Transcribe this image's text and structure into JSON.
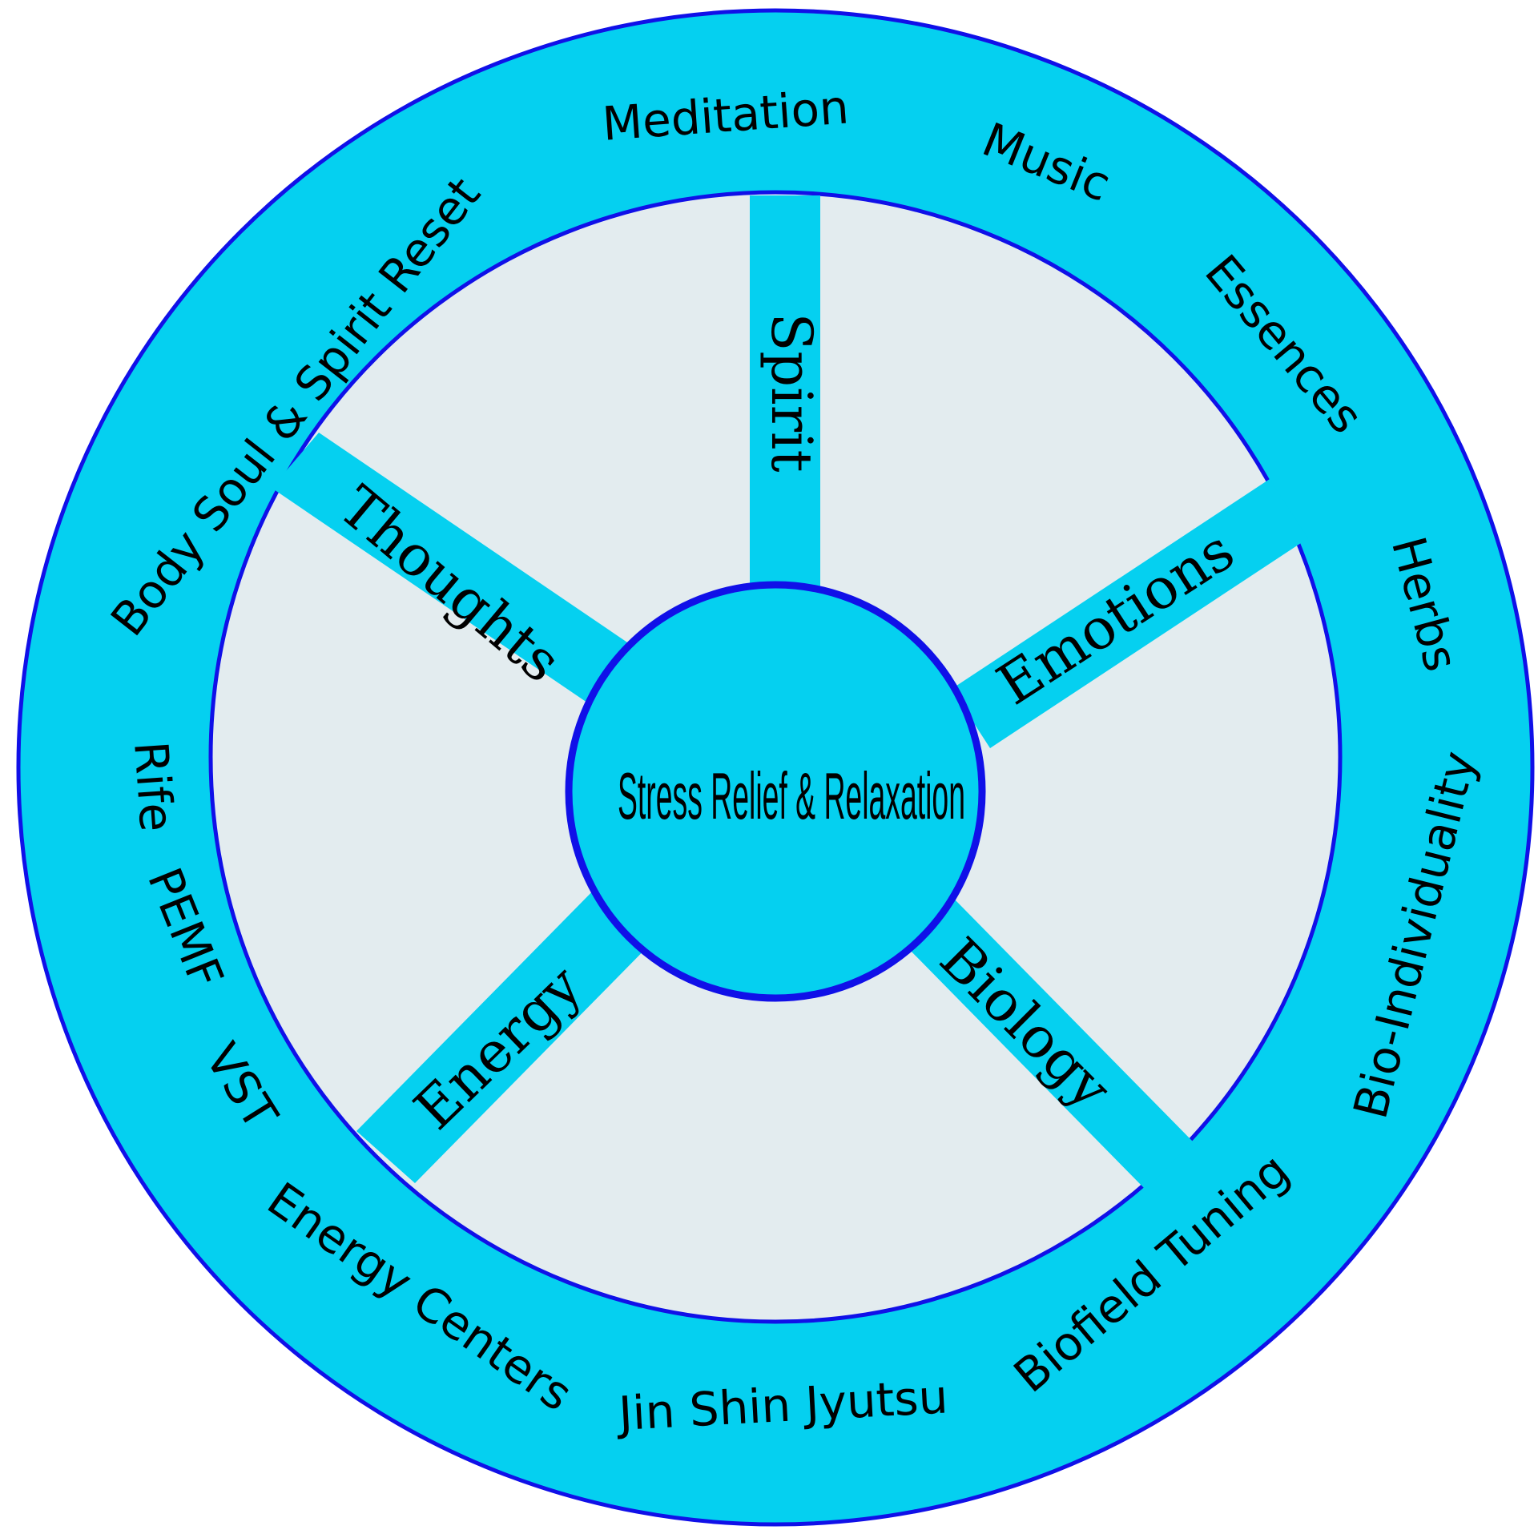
{
  "colors": {
    "ring_fill": "#05D0F0",
    "ring_stroke": "#1010E8",
    "sector_fill": "#E3ECEF",
    "hub_fill": "#05D0F0",
    "text": "#000000"
  },
  "hub": {
    "label": "Stress Relief & Relaxation"
  },
  "spokes": [
    {
      "id": "spirit",
      "label": "Spirit"
    },
    {
      "id": "emotions",
      "label": "Emotions"
    },
    {
      "id": "biology",
      "label": "Biology"
    },
    {
      "id": "energy",
      "label": "Energy"
    },
    {
      "id": "thoughts",
      "label": "Thoughts"
    }
  ],
  "outer_items": [
    {
      "id": "meditation",
      "label": "Meditation"
    },
    {
      "id": "music",
      "label": "Music"
    },
    {
      "id": "essences",
      "label": "Essences"
    },
    {
      "id": "herbs",
      "label": "Herbs"
    },
    {
      "id": "bio-individuality",
      "label": "Bio-Individuality"
    },
    {
      "id": "biofield-tuning",
      "label": "Biofield Tuning"
    },
    {
      "id": "jin-shin-jyutsu",
      "label": "Jin Shin Jyutsu"
    },
    {
      "id": "energy-centers",
      "label": "Energy Centers"
    },
    {
      "id": "vst",
      "label": "VST"
    },
    {
      "id": "pemf",
      "label": "PEMF"
    },
    {
      "id": "rife",
      "label": "Rife"
    },
    {
      "id": "body-soul-spirit-reset",
      "label": "Body Soul & Spirit Reset"
    }
  ]
}
